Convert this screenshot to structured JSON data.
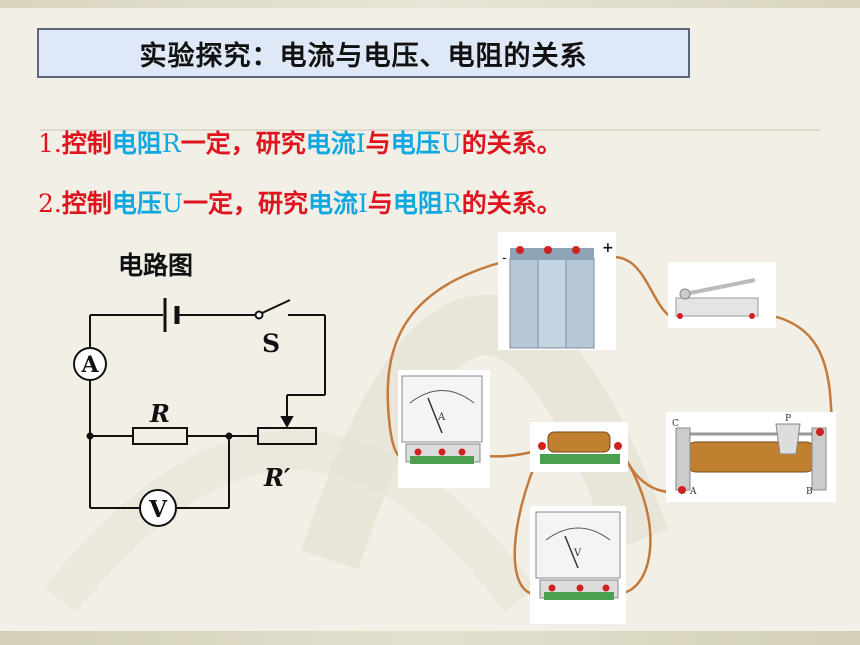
{
  "title": "实验探究：电流与电压、电阻的关系",
  "line1": {
    "n": "1.",
    "a": "控制",
    "b": "电阻",
    "c": "R",
    "d": "一定，研究",
    "e": "电流",
    "f": "I",
    "g": "与",
    "h": "电压",
    "i": "U",
    "j": "的关系。"
  },
  "line2": {
    "n": "2.",
    "a": "控制",
    "b": "电压",
    "c": "U",
    "d": "一定，研究",
    "e": "电流",
    "f": "I",
    "g": "与",
    "h": "电阻",
    "i": "R",
    "j": "的关系。"
  },
  "circuit": {
    "title": "电路图",
    "ammeter": "A",
    "voltmeter": "V",
    "switch": "S",
    "resistor": "R",
    "rheostat": "R′"
  },
  "devices": {
    "battery_minus": "-",
    "battery_plus": "+",
    "ammeter_letter": "A",
    "voltmeter_letter": "V",
    "rheostat_p": "P",
    "rheostat_c": "C",
    "rheostat_a": "A",
    "rheostat_b": "B"
  },
  "colors": {
    "red": "#e0141e",
    "blue": "#10a8e0",
    "wire": "#c47a3a",
    "title_bg": "#dfe8f6"
  }
}
